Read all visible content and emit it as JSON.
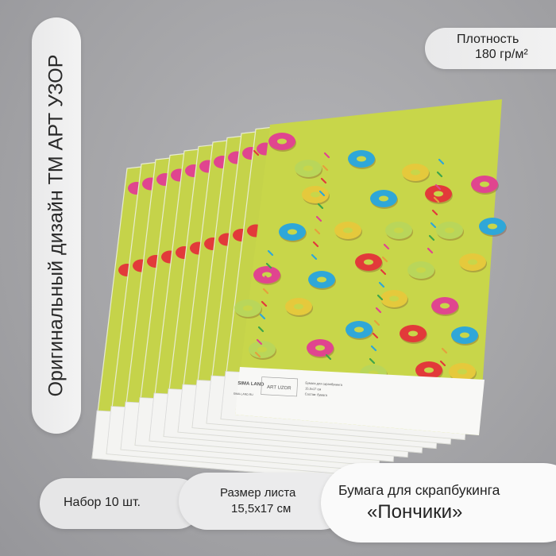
{
  "vertical_banner": "Оригинальный дизайн ТМ АРТ УЗОР",
  "density": {
    "label": "Плотность",
    "value": "180 гр/м²"
  },
  "set_count": "Набор 10 шт.",
  "sheet_size": {
    "label": "Размер листа",
    "value": "15,5x17 см"
  },
  "product": {
    "line1": "Бумага для скрапбукинга",
    "line2": "«Пончики»"
  },
  "paper_label": {
    "brand": "SIMA LAND",
    "site": "SIMA-LAND.RU",
    "logo_box": "ART UZOR",
    "desc1": "Бумага для скрапбукинга",
    "desc2": "15,5x17 см",
    "desc3": "Состав: бумага"
  },
  "colors": {
    "paper": "#c8d64a",
    "donut_pink": "#e0458f",
    "donut_blue": "#2fa7d8",
    "donut_red": "#e23a3a",
    "donut_yellow": "#e5c93c",
    "donut_green": "#b9d65a"
  }
}
